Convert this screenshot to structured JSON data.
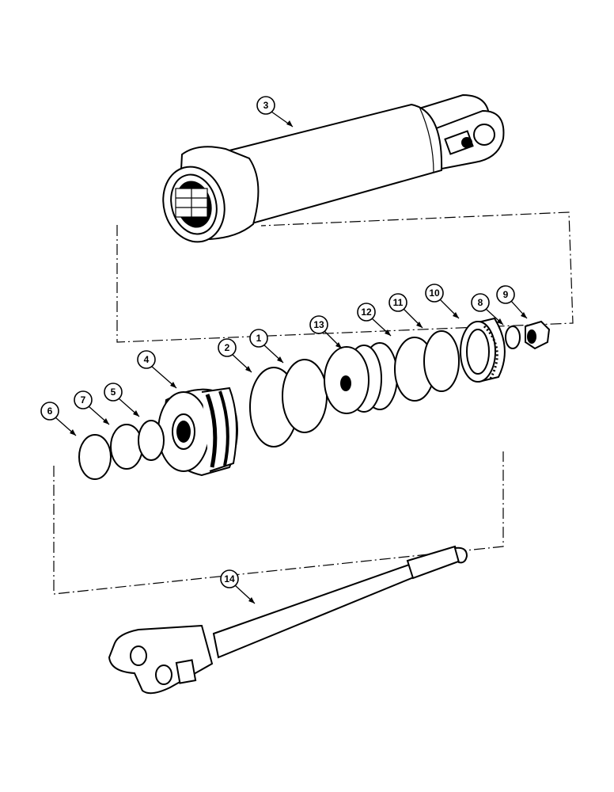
{
  "diagram": {
    "callouts": [
      {
        "id": "c3",
        "label": "3"
      },
      {
        "id": "c4",
        "label": "4"
      },
      {
        "id": "c2",
        "label": "2"
      },
      {
        "id": "c1",
        "label": "1"
      },
      {
        "id": "c13",
        "label": "13"
      },
      {
        "id": "c12",
        "label": "12"
      },
      {
        "id": "c11",
        "label": "11"
      },
      {
        "id": "c10",
        "label": "10"
      },
      {
        "id": "c8",
        "label": "8"
      },
      {
        "id": "c9",
        "label": "9"
      },
      {
        "id": "c6",
        "label": "6"
      },
      {
        "id": "c7",
        "label": "7"
      },
      {
        "id": "c5",
        "label": "5"
      },
      {
        "id": "c14",
        "label": "14"
      }
    ]
  }
}
